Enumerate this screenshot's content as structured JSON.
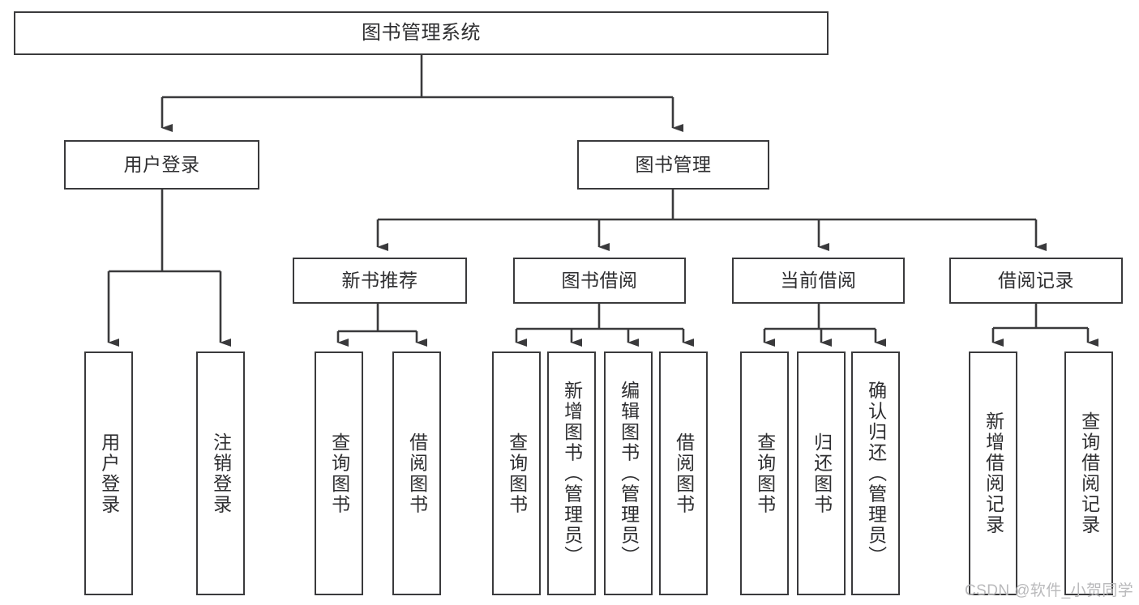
{
  "diagram": {
    "title": "图书管理系统",
    "background_color": "#ffffff",
    "box_border_color": "#3a3a3c",
    "text_color": "#2e2e30",
    "connector_color": "#3a3a3c"
  },
  "nodes": {
    "root": {
      "label": "图书管理系统"
    },
    "level2": [
      {
        "label": "用户登录"
      },
      {
        "label": "图书管理"
      }
    ],
    "level3": [
      {
        "label": "新书推荐"
      },
      {
        "label": "图书借阅"
      },
      {
        "label": "当前借阅"
      },
      {
        "label": "借阅记录"
      }
    ],
    "leaves_user_login": [
      {
        "label": "用户登录"
      },
      {
        "label": "注销登录"
      }
    ],
    "leaves_new_book": [
      {
        "label": "查询图书"
      },
      {
        "label": "借阅图书"
      }
    ],
    "leaves_borrow": [
      {
        "label": "查询图书"
      },
      {
        "label": "新增图书（管理员）"
      },
      {
        "label": "编辑图书（管理员）"
      },
      {
        "label": "借阅图书"
      }
    ],
    "leaves_current": [
      {
        "label": "查询图书"
      },
      {
        "label": "归还图书"
      },
      {
        "label": "确认归还（管理员）"
      }
    ],
    "leaves_records": [
      {
        "label": "新增借阅记录"
      },
      {
        "label": "查询借阅记录"
      }
    ]
  },
  "watermark": {
    "text": "CSDN @软件_小贺同学"
  }
}
